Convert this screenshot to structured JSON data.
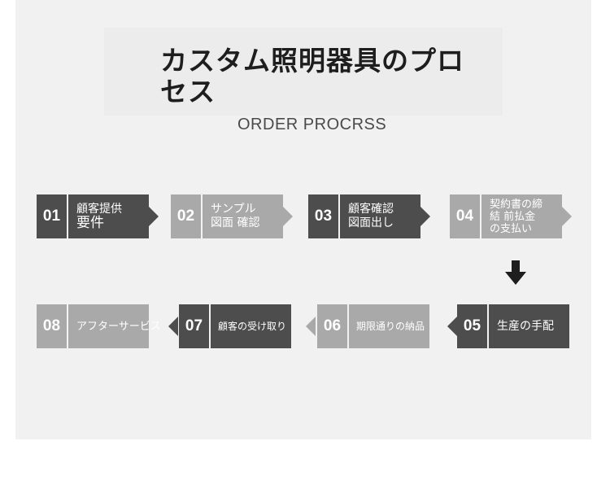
{
  "title": "カスタム照明器具のプロセス",
  "subtitle": "ORDER PROCRSS",
  "steps": [
    {
      "num": "01",
      "line1": "顧客提供",
      "line2": "要件"
    },
    {
      "num": "02",
      "line1": "サンプル",
      "line2": "図面 確認"
    },
    {
      "num": "03",
      "line1": "顧客確認",
      "line2": "図面出し"
    },
    {
      "num": "04",
      "line1": "契約書の締",
      "line2": "結 前払金",
      "line3": "の支払い"
    },
    {
      "num": "05",
      "line1": "生産の手配"
    },
    {
      "num": "06",
      "line1": "期限通りの納品"
    },
    {
      "num": "07",
      "line1": "顧客の受け取り"
    },
    {
      "num": "08",
      "line1": "アフターサービス"
    }
  ],
  "colors": {
    "dark": "#4d4d4d",
    "light": "#a9a9a9",
    "arrow": "#1e1e1e"
  },
  "icons": {
    "down_arrow": "arrow-down-icon"
  }
}
